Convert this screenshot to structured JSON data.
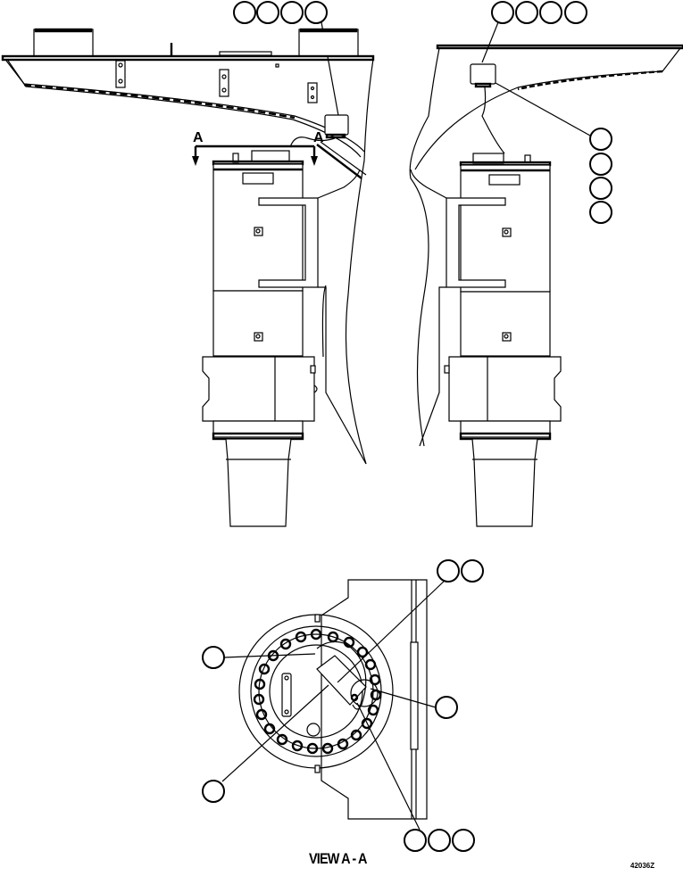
{
  "diagram": {
    "type": "technical parts illustration",
    "section_marker": "A",
    "view_caption": "VIEW A - A",
    "drawing_id": "42036Z",
    "colors": {
      "line": "#000000",
      "background": "#ffffff"
    },
    "views": [
      {
        "name": "left-side-view",
        "callout_groups": [
          {
            "count": 4,
            "position": "top",
            "labels": [
              "",
              "",
              "",
              ""
            ]
          }
        ]
      },
      {
        "name": "right-side-view",
        "callout_groups": [
          {
            "count": 4,
            "position": "top",
            "labels": [
              "",
              "",
              "",
              ""
            ]
          },
          {
            "count": 4,
            "position": "right-vertical",
            "labels": [
              "",
              "",
              "",
              ""
            ]
          }
        ]
      },
      {
        "name": "section-view-a-a",
        "callout_groups": [
          {
            "count": 2,
            "position": "top-right",
            "labels": [
              "",
              ""
            ]
          },
          {
            "count": 1,
            "position": "left-upper",
            "labels": [
              ""
            ]
          },
          {
            "count": 1,
            "position": "right-middle",
            "labels": [
              ""
            ]
          },
          {
            "count": 1,
            "position": "left-lower",
            "labels": [
              ""
            ]
          },
          {
            "count": 3,
            "position": "bottom",
            "labels": [
              "",
              "",
              ""
            ]
          }
        ]
      }
    ]
  }
}
